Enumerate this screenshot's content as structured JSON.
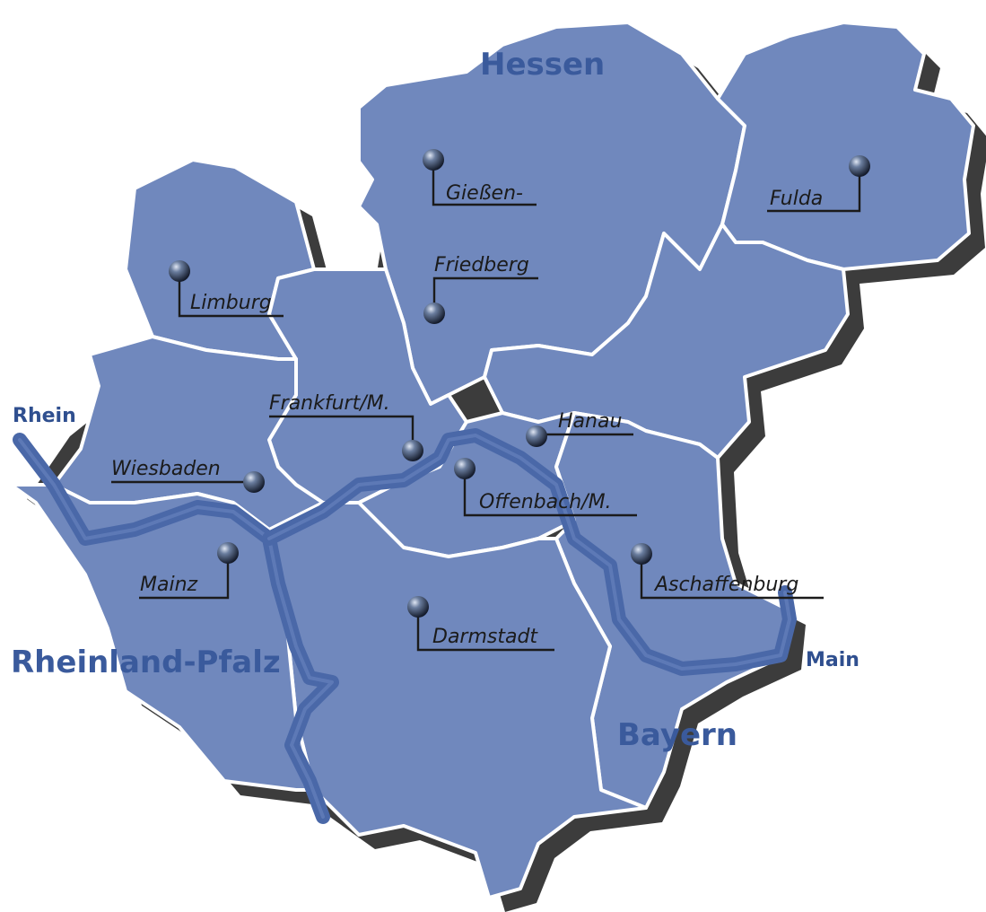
{
  "map": {
    "colors": {
      "region_fill": "#7088bd",
      "border": "#ffffff",
      "river": "#4a68a8",
      "label_region": "#3a5a9c",
      "label_river": "#2f4f8f",
      "pin": "#2a3550"
    },
    "regions": [
      {
        "id": "hessen",
        "label": "Hessen"
      },
      {
        "id": "rheinland-pfalz",
        "label": "Rheinland-Pfalz"
      },
      {
        "id": "bayern",
        "label": "Bayern"
      }
    ],
    "rivers": [
      {
        "id": "rhein",
        "label": "Rhein"
      },
      {
        "id": "main",
        "label": "Main"
      }
    ],
    "cities": [
      {
        "id": "giessen",
        "label": "Gießen-"
      },
      {
        "id": "friedberg",
        "label": "Friedberg"
      },
      {
        "id": "fulda",
        "label": "Fulda"
      },
      {
        "id": "limburg",
        "label": "Limburg"
      },
      {
        "id": "frankfurt",
        "label": "Frankfurt/M."
      },
      {
        "id": "hanau",
        "label": "Hanau"
      },
      {
        "id": "wiesbaden",
        "label": "Wiesbaden"
      },
      {
        "id": "offenbach",
        "label": "Offenbach/M."
      },
      {
        "id": "mainz",
        "label": "Mainz"
      },
      {
        "id": "aschaffenburg",
        "label": "Aschaffenburg"
      },
      {
        "id": "darmstadt",
        "label": "Darmstadt"
      }
    ]
  }
}
